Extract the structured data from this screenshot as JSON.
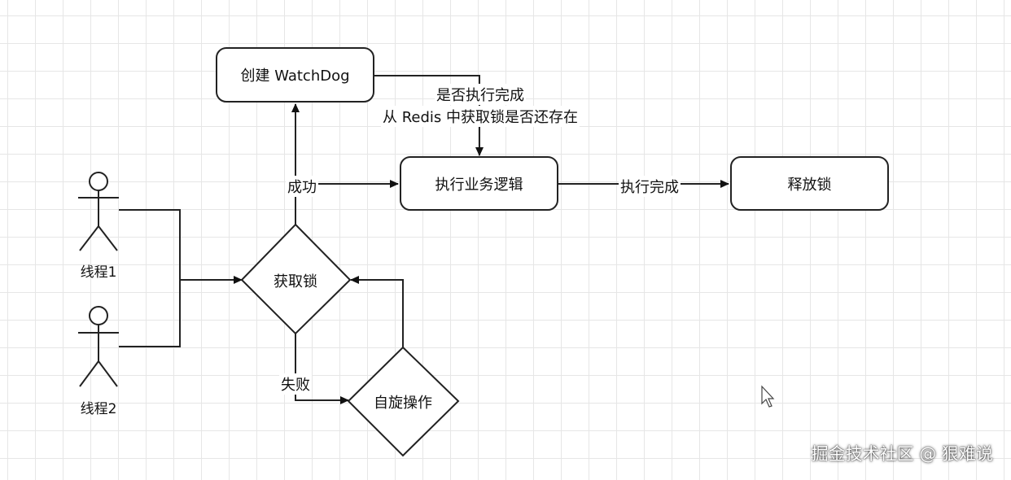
{
  "nodes": {
    "create_watchdog": "创建 WatchDog",
    "business_logic": "执行业务逻辑",
    "release_lock": "释放锁",
    "acquire_lock": "获取锁",
    "spin": "自旋操作"
  },
  "actors": {
    "thread1": "线程1",
    "thread2": "线程2"
  },
  "edge_labels": {
    "success": "成功",
    "fail": "失败",
    "exec_done": "执行完成",
    "watchdog_check_line1": "是否执行完成",
    "watchdog_check_line2": "从 Redis 中获取锁是否还存在"
  },
  "watermark": "掘金技术社区 @ 狠难说"
}
